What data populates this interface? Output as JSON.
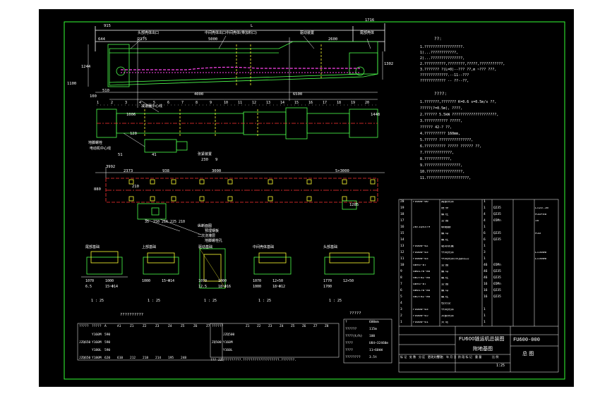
{
  "drawing": {
    "main_title": "FU600链运机总装图",
    "main_title_line2": "附地基图",
    "drawing_number": "FU600-000",
    "sheet_label": "总 图",
    "scale_value": "1:25",
    "title_block_rows": [
      "标 记",
      "处 数",
      "分 区",
      "更改文件号",
      "签 名",
      "年 月 日"
    ],
    "title_block_cols": [
      "阶 段 标 记",
      "重 量",
      "比 例"
    ]
  },
  "elevation": {
    "dims_top": [
      "915",
      "L",
      "1716"
    ],
    "dims_second": [
      "2175",
      "5000",
      "2600"
    ],
    "dim_left": "644",
    "dims_right": [
      "1302"
    ],
    "dim_vertical_left": "1244",
    "dim_below": [
      "1100",
      "510",
      "100"
    ],
    "dim_mid": [
      "6500",
      "4000"
    ],
    "callouts": [
      "头部壳体出口",
      "中间壳体出口",
      "中间壳体(带加料口)",
      "驱动装置",
      "尾部壳体"
    ],
    "part_numbers": [
      "1",
      "2",
      "3",
      "4",
      "5",
      "6",
      "7",
      "8",
      "9",
      "10",
      "11",
      "12",
      "13",
      "14",
      "15",
      "16",
      "17",
      "18",
      "19",
      "20"
    ]
  },
  "plan": {
    "dims": [
      "51",
      "41",
      "1006",
      "120",
      "1448"
    ],
    "callouts": [
      "减速器中心线",
      "地脚螺栓",
      "电动机中心线",
      "张紧装置"
    ],
    "dim_elevation_small": [
      "230",
      "9"
    ]
  },
  "foundation": {
    "dims": [
      "3992",
      "2373",
      "938",
      "3000",
      "5×3000",
      "880",
      "210",
      "1285"
    ],
    "labels": [
      "纵断面图",
      "预埋钢板",
      "二次浇灌层",
      "地脚螺栓孔"
    ],
    "small_dims": [
      "35",
      "150",
      "216",
      "225",
      "210"
    ]
  },
  "sections": [
    {
      "id": "a",
      "title": "尾部基础",
      "scale": "1 : 25",
      "dims": [
        "1070",
        "1000",
        "6.5",
        "15~Φ14"
      ]
    },
    {
      "id": "b",
      "title": "上部基础",
      "scale": "1 : 25",
      "dims": [
        "1000",
        "15~Φ14"
      ]
    },
    {
      "id": "c",
      "title": "驱动基础",
      "scale": "1 : 25",
      "dims": [
        "1070",
        "1000",
        "12.5",
        "18~Φ16"
      ]
    },
    {
      "id": "d",
      "title": "中间壳体基础",
      "scale": "1 : 25",
      "dims": [
        "1070",
        "12×50",
        "1000",
        "18~Φ12"
      ]
    },
    {
      "id": "e",
      "title": "头部基础",
      "scale": "1 : 25",
      "dims": [
        "1770",
        "12×50",
        "1700"
      ]
    }
  ],
  "notes_title_1": "??:",
  "notes_1": [
    "1.??????????????????.",
    "  1)...????????????,",
    "  2)...???????????????,",
    "2.??????????,????????,?????,???????????,",
    "3.??????? ?(L=0)--??? ??,m  ~???   ???,",
    "  ?????????????.--11--???",
    "  ???????????? -- ??--??,"
  ],
  "notes_title_2": "????:",
  "notes_2": [
    "1.???????,??????? K=0.6 s=0.5m/s ??,",
    "  ?????(?=0.5m),   ????,",
    "2.?????? 5.5kW ?????????????????????,",
    "3.??????????? ?????,",
    "  ?????? 42-? ??,",
    "4.?????????? 160mm,",
    "5.?????? ???????????????,",
    "6.?????????? ????? ??????  ??,",
    "7.?????????????,",
    "8.????????????,",
    "9.?????????????????,",
    "10.?????????????????,",
    "11.????????????????????,"
  ],
  "bom": {
    "rows": [
      {
        "no": "20",
        "code": "FU600-06",
        "name": "尾部壳体",
        "qty": "1",
        "mat": "",
        "wt": "",
        "note": ""
      },
      {
        "no": "19",
        "code": "",
        "name": "链 条",
        "qty": "1",
        "mat": "Q235",
        "wt": "",
        "note": "L=26.5m"
      },
      {
        "no": "18",
        "code": "",
        "name": "螺 栓",
        "qty": "4",
        "mat": "Q235",
        "wt": "",
        "note": "M16×40"
      },
      {
        "no": "17",
        "code": "",
        "name": "垫 圈",
        "qty": "4",
        "mat": "65Mn",
        "wt": "",
        "note": "16"
      },
      {
        "no": "16",
        "code": "JB/ZQ4379",
        "name": "联轴器",
        "qty": "1",
        "mat": "",
        "wt": "",
        "note": ""
      },
      {
        "no": "15",
        "code": "",
        "name": "螺 母",
        "qty": "6",
        "mat": "Q235",
        "wt": "",
        "note": "M16"
      },
      {
        "no": "14",
        "code": "",
        "name": "螺 栓",
        "qty": "6",
        "mat": "Q235",
        "wt": "",
        "note": ""
      },
      {
        "no": "13",
        "code": "FU600-02",
        "name": "驱动装置",
        "qty": "1",
        "mat": "",
        "wt": "",
        "note": ""
      },
      {
        "no": "12",
        "code": "FU600-03",
        "name": "中间壳体",
        "qty": "3",
        "mat": "",
        "wt": "",
        "note": "L=3000"
      },
      {
        "no": "11",
        "code": "FU600-03",
        "name": "中间壳体(带加料口)",
        "qty": "1",
        "mat": "",
        "wt": "",
        "note": "L=3000"
      },
      {
        "no": "10",
        "code": "GB93-87",
        "name": "垫 圈",
        "qty": "46",
        "mat": "65Mn",
        "wt": "",
        "note": ""
      },
      {
        "no": "9",
        "code": "GB6170-86",
        "name": "螺 母",
        "qty": "46",
        "mat": "Q235",
        "wt": "",
        "note": ""
      },
      {
        "no": "8",
        "code": "GB5782-86",
        "name": "螺 栓",
        "qty": "46",
        "mat": "Q235",
        "wt": "",
        "note": ""
      },
      {
        "no": "7",
        "code": "GB93-87",
        "name": "垫 圈",
        "qty": "16",
        "mat": "65Mn",
        "wt": "",
        "note": ""
      },
      {
        "no": "6",
        "code": "GB6170-86",
        "name": "螺 母",
        "qty": "16",
        "mat": "Q235",
        "wt": "",
        "note": ""
      },
      {
        "no": "5",
        "code": "GB5782-86",
        "name": "螺 栓",
        "qty": "16",
        "mat": "Q235",
        "wt": "",
        "note": ""
      },
      {
        "no": "4",
        "code": "",
        "name": "密封垫",
        "qty": "",
        "mat": "",
        "wt": "",
        "note": ""
      },
      {
        "no": "3",
        "code": "FU600-03",
        "name": "中间壳体",
        "qty": "1",
        "mat": "",
        "wt": "",
        "note": ""
      },
      {
        "no": "2",
        "code": "FU600-05",
        "name": "头部壳体",
        "qty": "1",
        "mat": "",
        "wt": "",
        "note": ""
      },
      {
        "no": "1",
        "code": "FU600-01",
        "name": "头 轮",
        "qty": "1",
        "mat": "",
        "wt": "",
        "note": ""
      }
    ]
  },
  "table_left": {
    "title": "??????????",
    "headers": [
      "?????",
      "?????",
      "A",
      "A1",
      "Z1",
      "Z2",
      "Z3",
      "Z4",
      "Z5",
      "Z6",
      "Z7"
    ],
    "rows": [
      [
        "",
        "Y160M",
        "590",
        "",
        "",
        "",
        "",
        "",
        "",
        "",
        ""
      ],
      [
        "JZQ650",
        "Y160M",
        "590",
        "",
        "",
        "",
        "",
        "",
        "",
        "",
        ""
      ],
      [
        "",
        "Y180L",
        "590",
        "",
        "",
        "",
        "",
        "",
        "",
        "",
        ""
      ],
      [
        "JZQ650",
        "Y180M",
        "620",
        "610",
        "212",
        "218",
        "214",
        "195",
        "248",
        "",
        ""
      ]
    ]
  },
  "table_mid": {
    "headers": [
      "??????",
      "",
      "",
      "Z1",
      "Z2",
      "Z3",
      "Z4",
      "Z5",
      "Z6",
      "Z7",
      "Z8"
    ],
    "rows": [
      [
        "",
        "JZQ500",
        "",
        "",
        "",
        "",
        "",
        "",
        "",
        "",
        ""
      ],
      [
        "ZQ500",
        "Y160M",
        "",
        "",
        "",
        "",
        "",
        "",
        "",
        "",
        ""
      ],
      [
        "",
        "Y160L",
        "",
        "",
        "",
        "",
        "",
        "",
        "",
        "",
        ""
      ]
    ],
    "footnote": "??? JZQ?????????.???????????????????.???????."
  },
  "table_right": {
    "title": "?????",
    "rows": [
      [
        "?",
        "600mm"
      ],
      [
        "??????",
        "115m"
      ],
      [
        "????(t/h)",
        "100"
      ],
      [
        "????",
        "U84~32460m"
      ],
      [
        "????",
        "11~60kW"
      ],
      [
        "????????",
        "3.5t"
      ]
    ]
  }
}
